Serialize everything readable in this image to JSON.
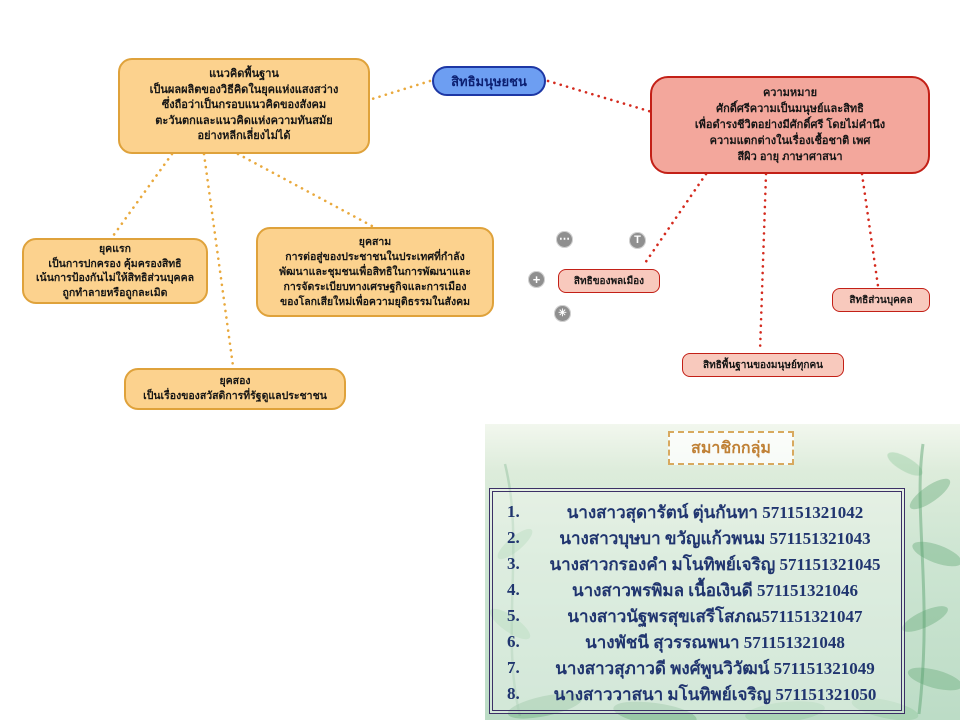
{
  "colors": {
    "orange_fill": "#fcd28e",
    "orange_border": "#dfa23b",
    "orange_line": "#e9a93d",
    "red_fill": "#f3a79c",
    "red_fill_light": "#f8c9bd",
    "red_border": "#c32017",
    "red_line": "#d42a1e",
    "blue_fill": "#6d9ef2",
    "blue_border": "#1d37a5",
    "blue_text": "#0c1f71",
    "panel_green": "#cde5d2",
    "title_brown": "#c08136",
    "title_border": "#d8a95f",
    "list_border": "#3b3066",
    "list_text": "#20356f",
    "icon_gray": "#8f8f8f"
  },
  "central_node": {
    "label": "สิทธิมนุษยชน"
  },
  "left_branch": {
    "main": {
      "lines": [
        "แนวคิดพื้นฐาน",
        "เป็นผลผลิตของวิธีคิดในยุคแห่งแสงสว่าง",
        "ซึ่งถือว่าเป็นกรอบแนวคิดของสังคม",
        "ตะวันตกและแนวคิดแห่งความทันสมัย",
        "อย่างหลีกเลี่ยงไม่ได้"
      ]
    },
    "era1": {
      "lines": [
        "ยุคแรก",
        "เป็นการปกครอง คุ้มครองสิทธิ",
        "เน้นการป้องกันไม่ให้สิทธิส่วนบุคคล",
        "ถูกทำลายหรือถูกละเมิด"
      ]
    },
    "era3": {
      "lines": [
        "ยุคสาม",
        "การต่อสู่ของประชาชนในประเทศที่กำลัง",
        "พัฒนาและชุมชนเพื่อสิทธิในการพัฒนาและ",
        "การจัดระเบียบทางเศรษฐกิจและการเมือง",
        "ของโลกเสียใหม่เพื่อความยุติธรรมในสังคม"
      ]
    },
    "era2": {
      "lines": [
        "ยุคสอง",
        "เป็นเรื่องของสวัสดิการที่รัฐดูแลประชาชน"
      ]
    }
  },
  "right_branch": {
    "main": {
      "lines": [
        "ความหมาย",
        "ศักดิ์ศรีความเป็นมนุษย์และสิทธิ",
        "เพื่อดำรงชีวิตอย่างมีศักดิ์ศรี โดยไม่คำนึง",
        "ความแตกต่างในเรื่องเชื้อชาติ เพศ",
        "สีผิว อายุ ภาษาศาสนา"
      ]
    },
    "civil": {
      "label": "สิทธิของพลเมือง"
    },
    "personal": {
      "label": "สิทธิส่วนบุคคล"
    },
    "basic": {
      "label": "สิทธิพื้นฐานของมนุษย์ทุกคน"
    }
  },
  "controls": {
    "more": "⋯",
    "text_tool": "T",
    "add": "+",
    "star": "✳"
  },
  "members_panel": {
    "title": "สมาชิกกลุ่ม",
    "rows": [
      {
        "num": "1.",
        "text": "นางสาวสุดารัตน์ ตุ่นกันทา 571151321042"
      },
      {
        "num": "2.",
        "text": "นางสาวบุษบา ขวัญแก้วพนม 571151321043"
      },
      {
        "num": "3.",
        "text": "นางสาวกรองคำ มโนทิพย์เจริญ 571151321045"
      },
      {
        "num": "4.",
        "text": "นางสาวพรพิมล เนื้อเงินดี 571151321046"
      },
      {
        "num": "5.",
        "text": "นางสาวนัฐพรสุขเสรีโสภณ571151321047"
      },
      {
        "num": "6.",
        "text": "นางพัชนี สุวรรณพนา 571151321048"
      },
      {
        "num": "7.",
        "text": "นางสาวสุภาวดี พงศ์พูนวิวัฒน์ 571151321049"
      },
      {
        "num": "8.",
        "text": "นางสาววาสนา มโนทิพย์เจริญ 571151321050"
      }
    ]
  }
}
